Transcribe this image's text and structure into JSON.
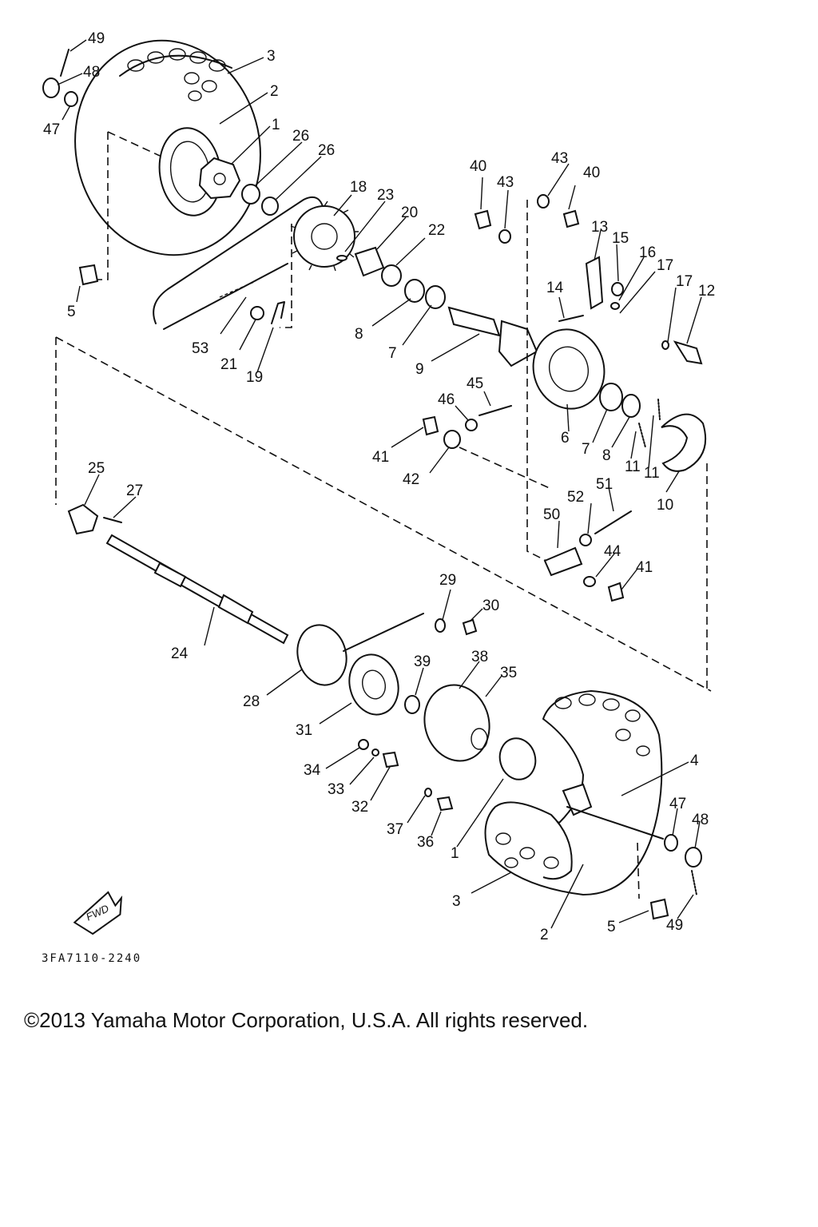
{
  "callouts": [
    "49",
    "48",
    "47",
    "3",
    "2",
    "1",
    "26",
    "26",
    "5",
    "18",
    "23",
    "20",
    "22",
    "8",
    "7",
    "9",
    "53",
    "21",
    "19",
    "40",
    "43",
    "43",
    "40",
    "13",
    "15",
    "14",
    "16",
    "17",
    "17",
    "12",
    "45",
    "46",
    "41",
    "42",
    "6",
    "7",
    "8",
    "11",
    "11",
    "10",
    "25",
    "27",
    "24",
    "29",
    "30",
    "28",
    "31",
    "39",
    "38",
    "35",
    "52",
    "51",
    "50",
    "44",
    "41",
    "34",
    "33",
    "32",
    "37",
    "36",
    "1",
    "4",
    "47",
    "48",
    "3",
    "2",
    "5",
    "49"
  ],
  "figure_code": "3FA7110-2240",
  "fwd_label": "FWD",
  "copyright": "©2013 Yamaha Motor Corporation, U.S.A. All rights reserved."
}
